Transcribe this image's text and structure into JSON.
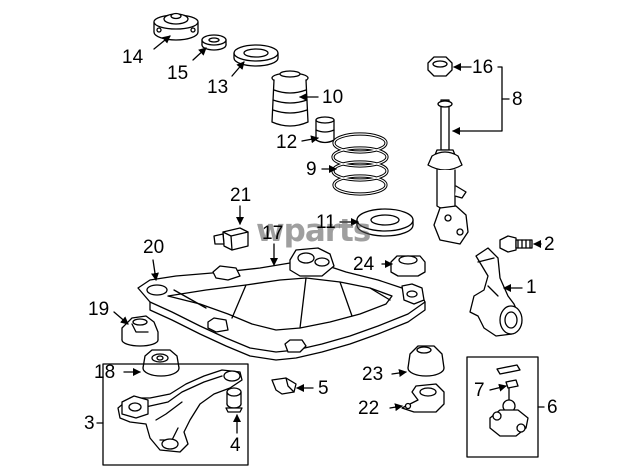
{
  "callouts": {
    "c1": "1",
    "c2": "2",
    "c3": "3",
    "c4": "4",
    "c5": "5",
    "c6": "6",
    "c7": "7",
    "c8": "8",
    "c9": "9",
    "c10": "10",
    "c11": "11",
    "c12": "12",
    "c13": "13",
    "c14": "14",
    "c15": "15",
    "c16": "16",
    "c17": "17",
    "c18": "18",
    "c19": "19",
    "c20": "20",
    "c21": "21",
    "c22": "22",
    "c23": "23",
    "c24": "24"
  },
  "watermark": "wparts",
  "colors": {
    "line": "#000000",
    "fill": "#ffffff",
    "watermark": "#505050"
  }
}
